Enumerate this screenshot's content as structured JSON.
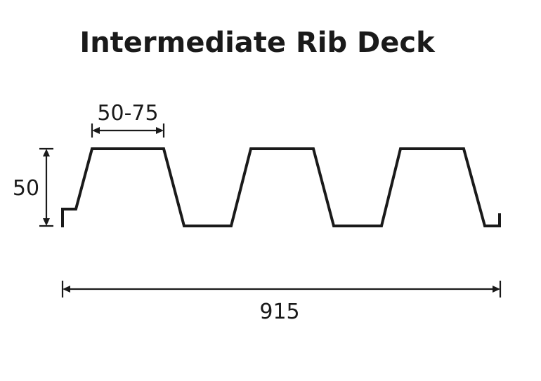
{
  "title": "Intermediate Rib Deck",
  "dimensions": {
    "rib_top_width": "50-75",
    "rib_height": "50",
    "overall_width": "915"
  },
  "colors": {
    "stroke": "#1a1a1a",
    "background": "#ffffff"
  }
}
